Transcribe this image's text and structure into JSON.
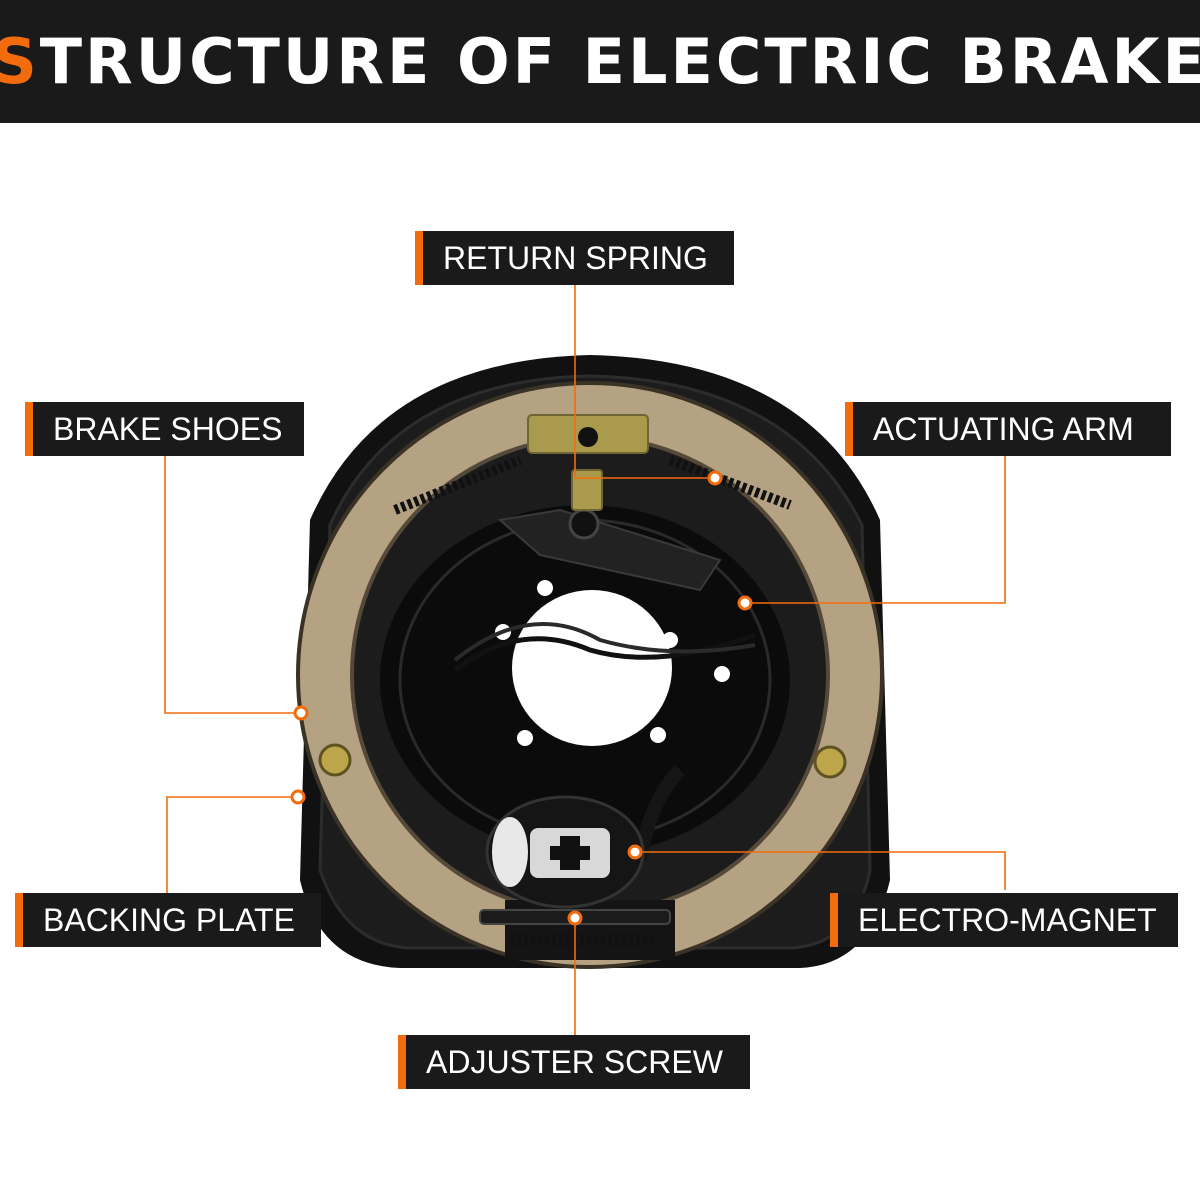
{
  "header": {
    "title_first_letter": "S",
    "title_rest": "TRUCTURE OF ELECTRIC BRAKE"
  },
  "callouts": {
    "return_spring": "RETURN SPRING",
    "brake_shoes": "BRAKE SHOES",
    "actuating_arm": "ACTUATING ARM",
    "backing_plate": "BACKING PLATE",
    "electro_magnet": "ELECTRO-MAGNET",
    "adjuster_screw": "ADJUSTER SCREW"
  },
  "colors": {
    "accent": "#f26c0d",
    "dark": "#1a1a1a",
    "shoe_lining": "#b5a282"
  }
}
